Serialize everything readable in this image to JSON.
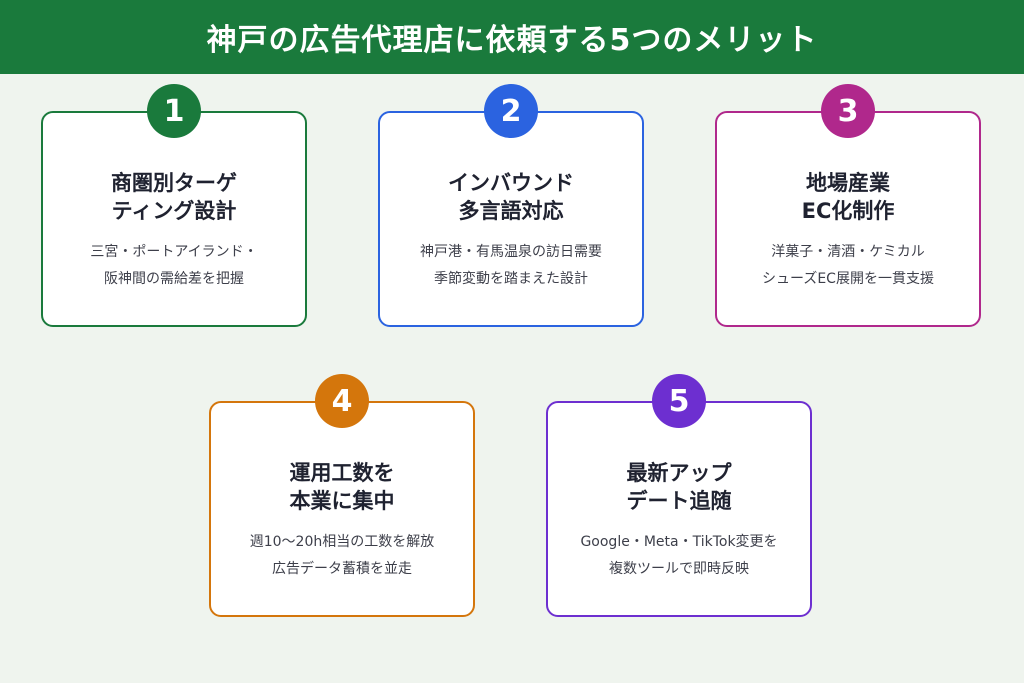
{
  "header": {
    "title": "神戸の広告代理店に依頼する5つのメリット",
    "background": "#1a7a3c"
  },
  "cards": [
    {
      "number": "1",
      "color": "#1a7a3c",
      "title": [
        "商圏別ターゲ",
        "ティング設計"
      ],
      "desc": [
        "三宮・ポートアイランド・",
        "阪神間の需給差を把握"
      ]
    },
    {
      "number": "2",
      "color": "#2b63e0",
      "title": [
        "インバウンド",
        "多言語対応"
      ],
      "desc": [
        "神戸港・有馬温泉の訪日需要",
        "季節変動を踏まえた設計"
      ]
    },
    {
      "number": "3",
      "color": "#b0288c",
      "title": [
        "地場産業",
        "EC化制作"
      ],
      "desc": [
        "洋菓子・清酒・ケミカル",
        "シューズEC展開を一貫支援"
      ]
    },
    {
      "number": "4",
      "color": "#d4760c",
      "title": [
        "運用工数を",
        "本業に集中"
      ],
      "desc": [
        "週10〜20h相当の工数を解放",
        "広告データ蓄積を並走"
      ]
    },
    {
      "number": "5",
      "color": "#6d2fd0",
      "title": [
        "最新アップ",
        "デート追随"
      ],
      "desc": [
        "Google・Meta・TikTok変更を",
        "複数ツールで即時反映"
      ]
    }
  ]
}
